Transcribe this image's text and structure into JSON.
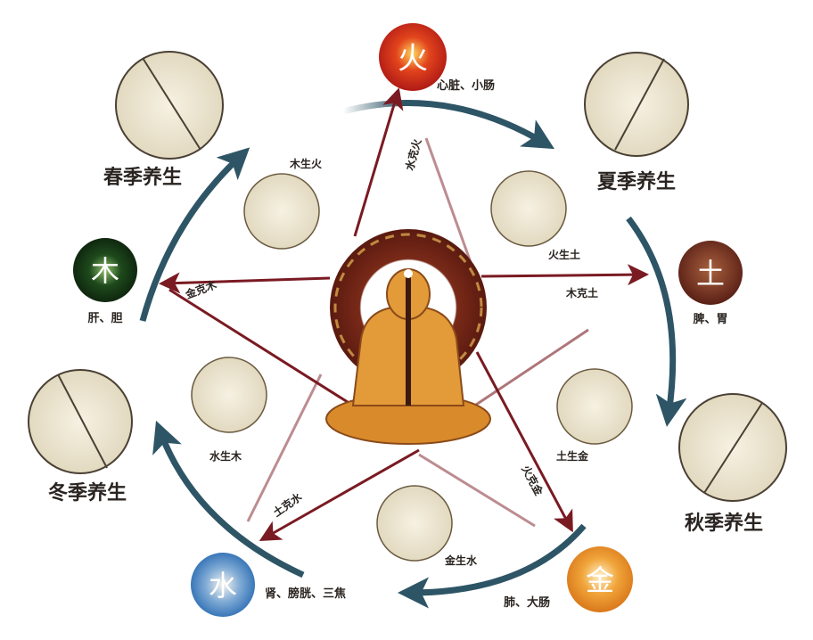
{
  "elements": {
    "fire": {
      "char": "火",
      "organs": "心脏、小肠",
      "color": "#c42418"
    },
    "earth": {
      "char": "土",
      "organs": "脾、胃",
      "color": "#6e2a1c"
    },
    "metal": {
      "char": "金",
      "organs": "肺、大肠",
      "color": "#e08a1e"
    },
    "water": {
      "char": "水",
      "organs": "肾、膀胱、三焦",
      "color": "#2c6fb4"
    },
    "wood": {
      "char": "木",
      "organs": "肝、胆",
      "color": "#123a14"
    }
  },
  "seasons": {
    "spring": "春季养生",
    "summer": "夏季养生",
    "autumn": "秋季养生",
    "winter": "冬季养生"
  },
  "generating": {
    "wood_fire": "木生火",
    "fire_earth": "火生土",
    "earth_metal": "土生金",
    "metal_water": "金生水",
    "water_wood": "水生木"
  },
  "controlling": {
    "water_fire": "水克火",
    "wood_earth": "木克土",
    "fire_metal": "火克金",
    "earth_water": "土克水",
    "metal_wood": "金克木"
  },
  "colors": {
    "cycle_arrow": "#2e5566",
    "star_arrow": "#7a1a22",
    "figure": "#d98a2a"
  }
}
